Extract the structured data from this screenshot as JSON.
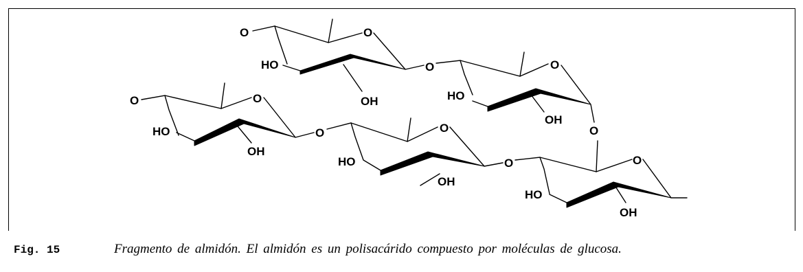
{
  "figure": {
    "label": "Fig. 15",
    "caption": "Fragmento de almidón. El almidón es un polisacárido compuesto por moléculas de glucosa."
  },
  "atoms": {
    "o": "O",
    "ho": "HO",
    "oh": "OH"
  }
}
